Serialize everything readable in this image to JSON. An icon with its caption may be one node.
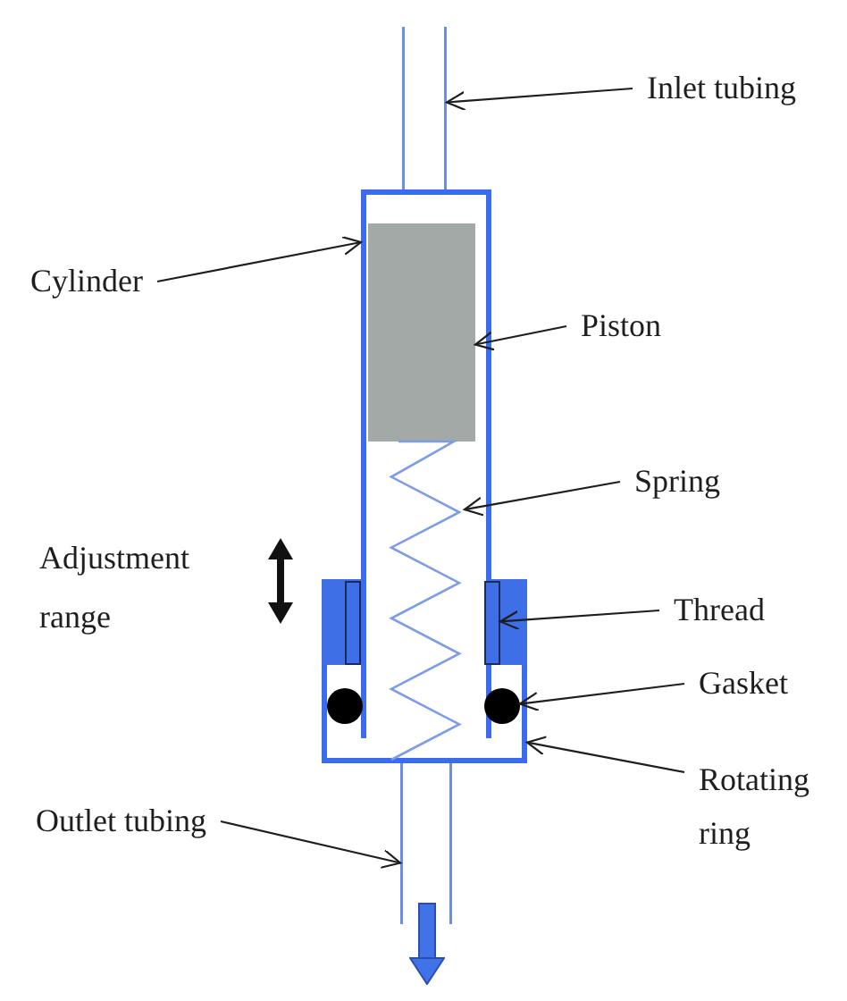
{
  "diagram": {
    "nodes": [
      {
        "text": [
          "Inlet tubing"
        ]
      },
      {
        "text": [],
        "shape": "tube"
      },
      {
        "text": [
          "Cylinder"
        ]
      },
      {
        "text": [],
        "shape": "box"
      },
      {
        "text": [
          "Piston"
        ]
      },
      {
        "text": [],
        "shape": "box",
        "in": 3
      },
      {
        "text": [
          "Spring"
        ]
      },
      {
        "text": [],
        "shape": "spring"
      },
      {
        "text": [],
        "shape": "box"
      },
      {
        "text": [
          "Thread"
        ]
      },
      {
        "text": [],
        "shape": "bar",
        "in": 8
      },
      {
        "text": [
          "Gasket"
        ]
      },
      {
        "text": [],
        "shape": "circle",
        "in": 8
      },
      {
        "text": [
          "Rotating ring"
        ]
      },
      {
        "text": [
          "Outlet tubing"
        ]
      },
      {
        "text": [],
        "shape": "tube"
      }
    ],
    "edges": [
      {
        "from": 0,
        "to": 1,
        "arrow": "to"
      },
      {
        "from": 2,
        "to": 3,
        "arrow": "to"
      },
      {
        "from": 4,
        "to": 5,
        "arrow": "to"
      },
      {
        "from": 6,
        "to": 7,
        "arrow": "to"
      },
      {
        "from": 9,
        "to": 10,
        "arrow": "to"
      },
      {
        "from": 11,
        "to": 12,
        "arrow": "to"
      },
      {
        "from": 13,
        "to": 8,
        "arrow": "to"
      },
      {
        "from": 14,
        "to": 15,
        "arrow": "to"
      }
    ],
    "labels": [
      "Adjustment range"
    ]
  }
}
